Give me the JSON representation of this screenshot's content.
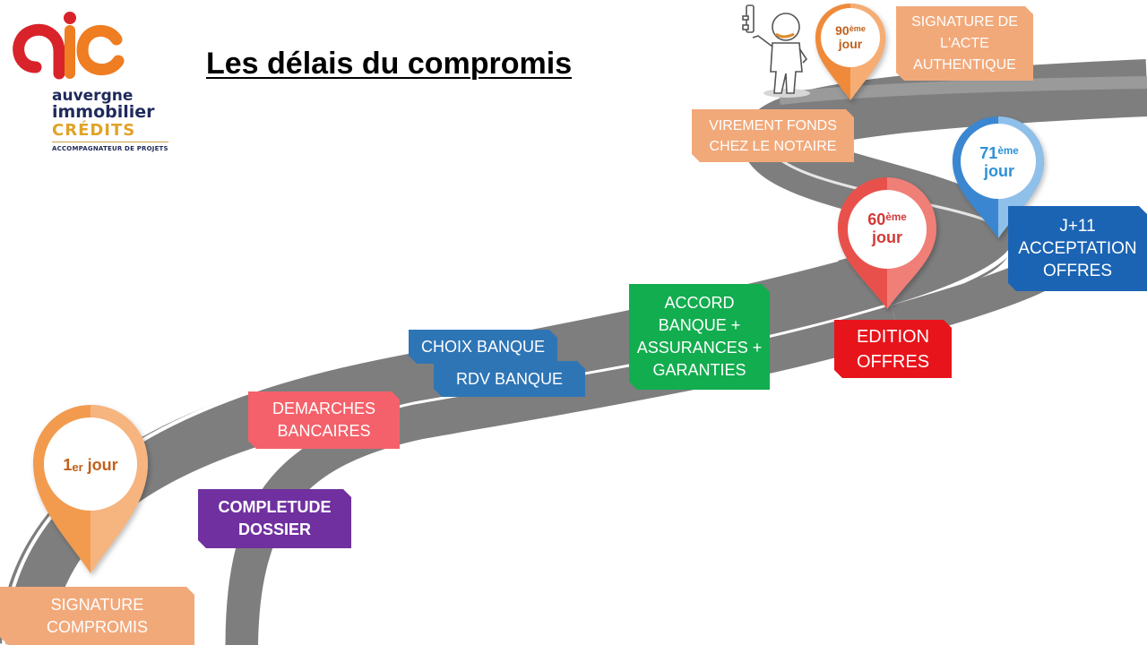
{
  "logo": {
    "line1": "auvergne",
    "line2": "immobilier",
    "line3": "CRÉDITS",
    "tagline": "ACCOMPAGNATEUR DE PROJETS",
    "colors": {
      "navy": "#1f2a5c",
      "gold": "#e0a326",
      "red": "#d8232a",
      "orange": "#ef7d22"
    }
  },
  "title": "Les délais du compromis",
  "milestones": {
    "signature_compromis": {
      "line1": "SIGNATURE",
      "line2": "COMPROMIS",
      "color": "#f2a97a"
    },
    "completude_dossier": {
      "line1": "COMPLETUDE",
      "line2": "DOSSIER",
      "color": "#7030a0"
    },
    "demarches_bancaires": {
      "line1": "DEMARCHES",
      "line2": "BANCAIRES",
      "color": "#f4616a"
    },
    "choix_banque": {
      "label": "CHOIX BANQUE",
      "color": "#2e75b6"
    },
    "rdv_banque": {
      "label": "RDV BANQUE",
      "color": "#2e75b6"
    },
    "accord": {
      "line1": "ACCORD",
      "line2": "BANQUE +",
      "line3": "ASSURANCES +",
      "line4": "GARANTIES",
      "color": "#12ad4f"
    },
    "edition_offres": {
      "line1": "EDITION",
      "line2": "OFFRES",
      "color": "#e7141b"
    },
    "acceptation_offres": {
      "line1": "J+11",
      "line2": "ACCEPTATION",
      "line3": "OFFRES",
      "color": "#1b64b4"
    },
    "virement_fonds": {
      "line1": "VIREMENT FONDS",
      "line2": "CHEZ LE NOTAIRE",
      "color": "#f2a97a"
    },
    "signature_acte": {
      "line1": "SIGNATURE DE",
      "line2": "L'ACTE",
      "line3": "AUTHENTIQUE",
      "color": "#f2a97a"
    }
  },
  "pins": {
    "day1": {
      "num": "1",
      "suffix": "er",
      "word": "jour",
      "color": "#f29b50"
    },
    "day60": {
      "num": "60",
      "suffix": "ème",
      "word": "jour",
      "color": "#ee6b63"
    },
    "day71": {
      "num": "71",
      "suffix": "ème",
      "word": "jour",
      "color": "#5fa6e0"
    },
    "day90": {
      "num": "90",
      "suffix": "ème",
      "word": "jour",
      "color": "#f29b50"
    }
  }
}
